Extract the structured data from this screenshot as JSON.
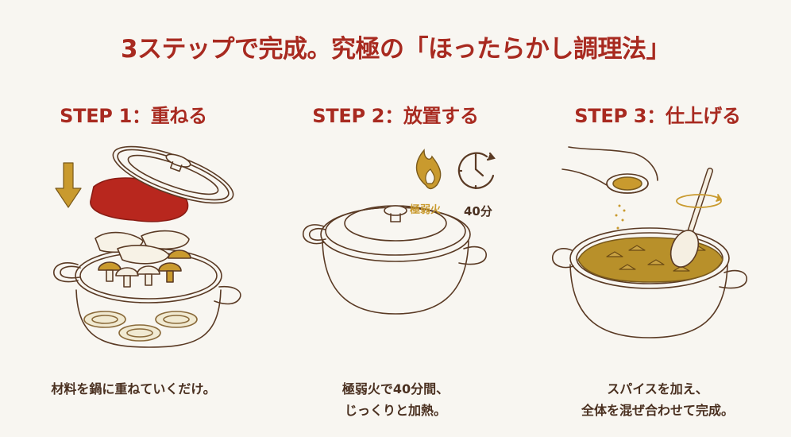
{
  "header": {
    "title": "3ステップで完成。究極の「ほったらかし調理法」"
  },
  "colors": {
    "background": "#f8f6f1",
    "heading_red": "#a82a20",
    "body_brown": "#4a3020",
    "line_art": "#5a3a24",
    "accent_gold": "#c99a2e",
    "sauce_red": "#b8271e",
    "curry": "#b8902a"
  },
  "steps": [
    {
      "heading": "STEP 1：重ねる",
      "illustration": "layering-ingredients-in-pot",
      "icons": [
        "down-arrow-icon"
      ],
      "description_lines": [
        "材料を鍋に重ねていくだけ。"
      ]
    },
    {
      "heading": "STEP 2：放置する",
      "illustration": "covered-pot",
      "icons": [
        "flame-icon",
        "clock-icon"
      ],
      "flame_label": "極弱火",
      "timer_label": "40分",
      "description_lines": [
        "極弱火で40分間、",
        "じっくりと加熱。"
      ]
    },
    {
      "heading": "STEP 3：仕上げる",
      "illustration": "adding-spice-and-stirring",
      "icons": [
        "rotate-arrow-icon"
      ],
      "description_lines": [
        "スパイスを加え、",
        "全体を混ぜ合わせて完成。"
      ]
    }
  ]
}
